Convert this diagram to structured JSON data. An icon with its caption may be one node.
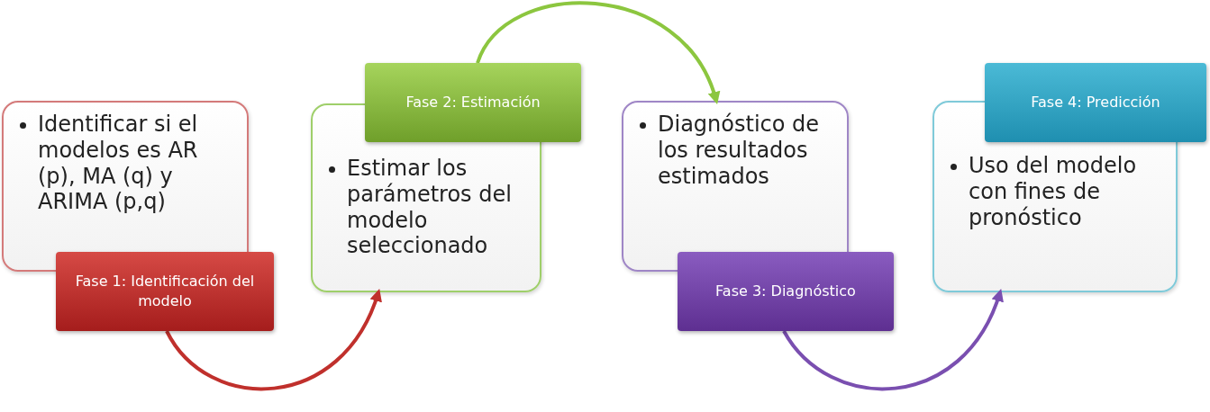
{
  "diagram": {
    "nodes": [
      {
        "text": [
          "Identificar si el modelos es AR (p), MA (q) y ARIMA (p,q)"
        ]
      },
      {
        "text": [
          "Fase 1: Identificación del modelo"
        ]
      },
      {
        "text": [
          "Fase 2: Estimación"
        ]
      },
      {
        "text": [
          "Estimar los parámetros del modelo seleccionado"
        ]
      },
      {
        "text": [
          "Diagnóstico de los resultados estimados"
        ]
      },
      {
        "text": [
          "Fase 3: Diagnóstico"
        ]
      },
      {
        "text": [
          "Fase 4: Predicción"
        ]
      },
      {
        "text": [
          "Uso del modelo con fines de pronóstico"
        ]
      }
    ],
    "edges": [
      {
        "from": 1,
        "to": 3,
        "arrow": "to",
        "color": "#c0302c"
      },
      {
        "from": 2,
        "to": 4,
        "arrow": "to",
        "color": "#8cc63f"
      },
      {
        "from": 5,
        "to": 7,
        "arrow": "to",
        "color": "#7a4fb0"
      }
    ]
  }
}
